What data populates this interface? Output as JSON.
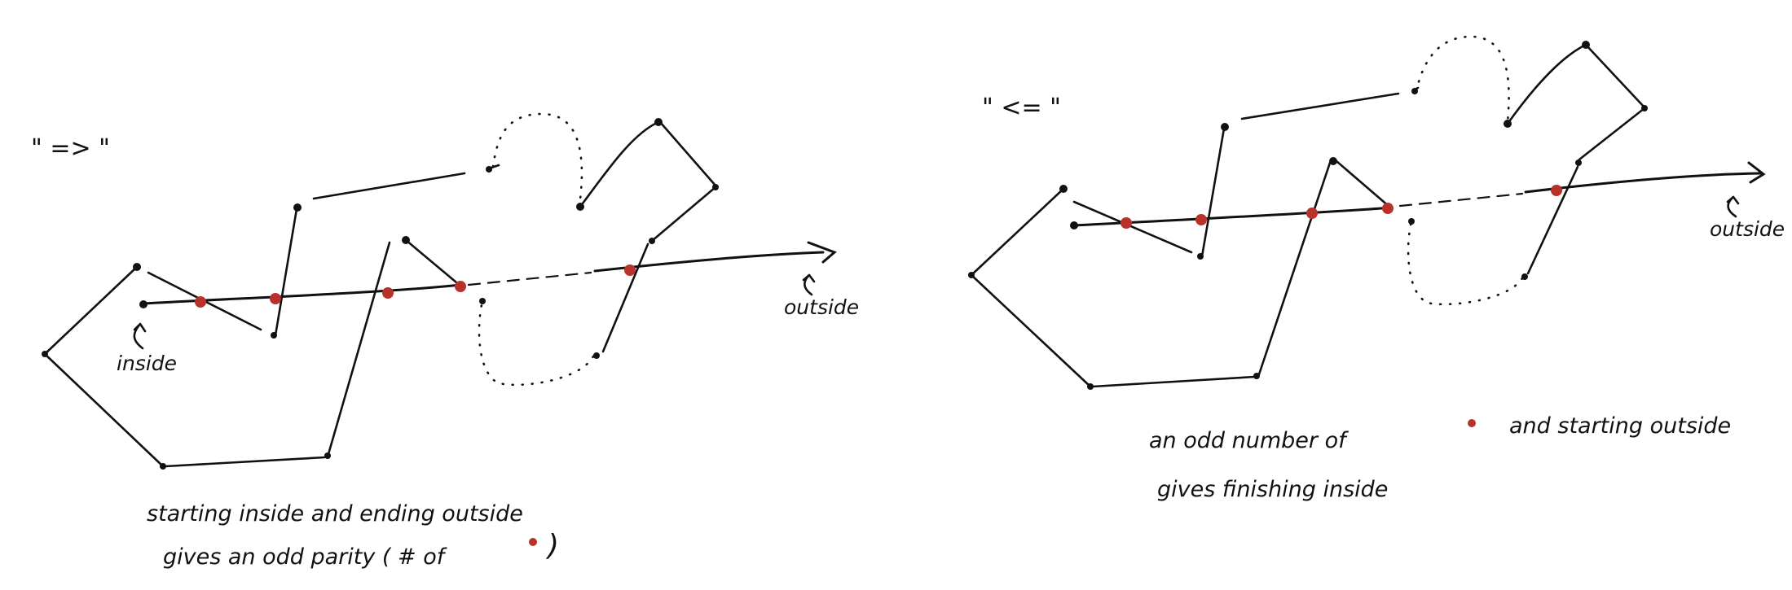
{
  "colors": {
    "ink": "#111111",
    "crossing": "#b8322b",
    "background": "#ffffff"
  },
  "left_panel": {
    "label": "\" => \"",
    "inside_label": "inside",
    "outside_label": "outside",
    "caption_line1": "starting   inside   and   ending   outside",
    "caption_line2a": "gives   an   odd   parity   ( # of",
    "caption_line2b": ")"
  },
  "right_panel": {
    "label": "\" <= \"",
    "outside_label": "outside",
    "caption_line1a": "an   odd   number   of",
    "caption_line1b": "and   starting   outside",
    "caption_line2": "gives   finishing   inside"
  }
}
